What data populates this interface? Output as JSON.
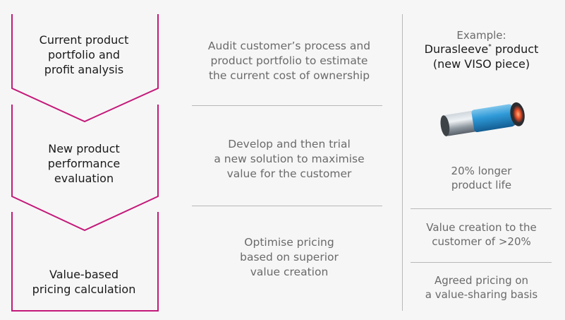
{
  "steps": [
    {
      "label_lines": [
        "Current product",
        "portfolio and",
        "profit analysis"
      ],
      "description_lines": [
        "Audit customer’s process and",
        "product portfolio to estimate",
        "the current cost of ownership"
      ]
    },
    {
      "label_lines": [
        "New product",
        "performance",
        "evaluation"
      ],
      "description_lines": [
        "Develop and then trial",
        "a new solution to maximise",
        "value for the customer"
      ]
    },
    {
      "label_lines": [
        "Value-based",
        "pricing calculation"
      ],
      "description_lines": [
        "Optimise pricing",
        "based on superior",
        "value creation"
      ]
    }
  ],
  "example": {
    "heading": "Example:",
    "product_name": "Durasleeve",
    "product_mark": "*",
    "product_suffix": " product",
    "product_subtitle": "(new VISO piece)",
    "results": [
      [
        "20% longer",
        "product life"
      ],
      [
        "Value creation to the",
        "customer of >20%"
      ],
      [
        "Agreed pricing on",
        "a value-sharing basis"
      ]
    ]
  },
  "colors": {
    "accent": "#c4197a",
    "divider": "#b8b8b8",
    "background": "#f6f6f6",
    "label_text": "#1a1a1a",
    "body_text": "#6a6a6a"
  },
  "icons": {
    "product_image": "durasleeve-tube-image"
  }
}
